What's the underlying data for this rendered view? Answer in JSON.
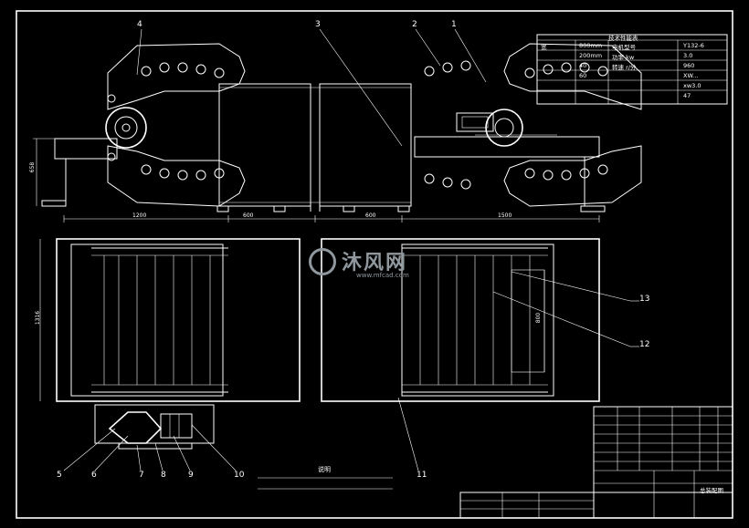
{
  "callouts": [
    "1",
    "2",
    "3",
    "4",
    "5",
    "6",
    "7",
    "8",
    "9",
    "10",
    "11",
    "12",
    "13"
  ],
  "dimensions": {
    "left_height": "658",
    "bottom_left": "1200",
    "bottom_mid_left": "600",
    "bottom_mid_right": "600",
    "bottom_right": "1500",
    "plan_height": "1316",
    "plan_inner": "800"
  },
  "spec_table": {
    "title": "技术性能表",
    "rows": [
      {
        "label": "宽",
        "value": "800mm",
        "label2": "电机型号",
        "value2": "Y132-6"
      },
      {
        "label": "",
        "value": "200mm",
        "label2": "功率  kw",
        "value2": "3.0"
      },
      {
        "label": "",
        "value": "40",
        "label2": "转速 r/分",
        "value2": "960"
      },
      {
        "label": "",
        "value": "60",
        "label2": "",
        "value2": "XW..."
      },
      {
        "label": "",
        "value": "",
        "label2": "",
        "value2": "xw3.0"
      },
      {
        "label": "",
        "value": "",
        "label2": "",
        "value2": "47"
      }
    ]
  },
  "notes": {
    "title": "说明"
  },
  "title_block": {
    "drawing_name": "总装配图"
  },
  "watermark": {
    "text": "沐风网",
    "url": "www.mfcad.com"
  }
}
